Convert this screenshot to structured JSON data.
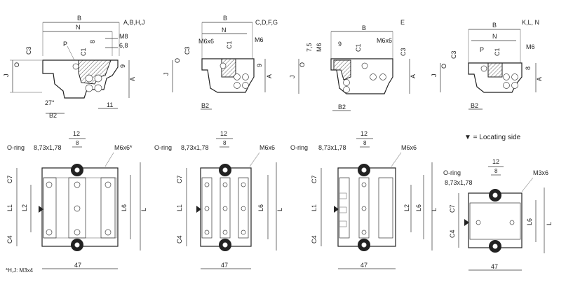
{
  "variants": {
    "v1": "A,B,H,J",
    "v2": "C,D,F,G",
    "v3": "E",
    "v4": "K,L, N"
  },
  "dims": {
    "B": "B",
    "N": "N",
    "M8": "M8",
    "M6": "M6",
    "M6x6": "M6x6",
    "C1": "C1",
    "C3": "C3",
    "O": "O",
    "J": "J",
    "A": "A",
    "P": "P",
    "B2": "B2",
    "d8": "8",
    "d6_8": "6,8",
    "d9": "9",
    "d11": "11",
    "d27": "27°",
    "d7_5": "7,5",
    "d12": "12",
    "d47": "47",
    "C7": "C7",
    "C4": "C4",
    "L1": "L1",
    "L2": "L2",
    "L6": "L6",
    "L": "L"
  },
  "oring": "O-ring",
  "oring_size": "8,73x1,78",
  "screws": {
    "p1": "M6x6*",
    "p2": "M6x6",
    "p3": "M6x6",
    "p4": "M3x6"
  },
  "locating_side": "▼ = Locating side",
  "footnote": "*H,J: M3x4"
}
